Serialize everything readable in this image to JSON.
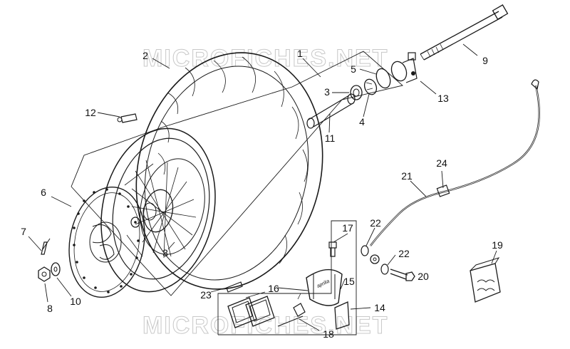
{
  "diagram": {
    "watermark": "MICROFICHES.NET",
    "brand_mark": "aprilia",
    "callouts": [
      "1",
      "2",
      "3",
      "3",
      "4",
      "5",
      "6",
      "7",
      "8",
      "9",
      "10",
      "11",
      "12",
      "13",
      "14",
      "15",
      "16",
      "17",
      "18",
      "19",
      "20",
      "21",
      "22",
      "22",
      "23",
      "24"
    ]
  }
}
